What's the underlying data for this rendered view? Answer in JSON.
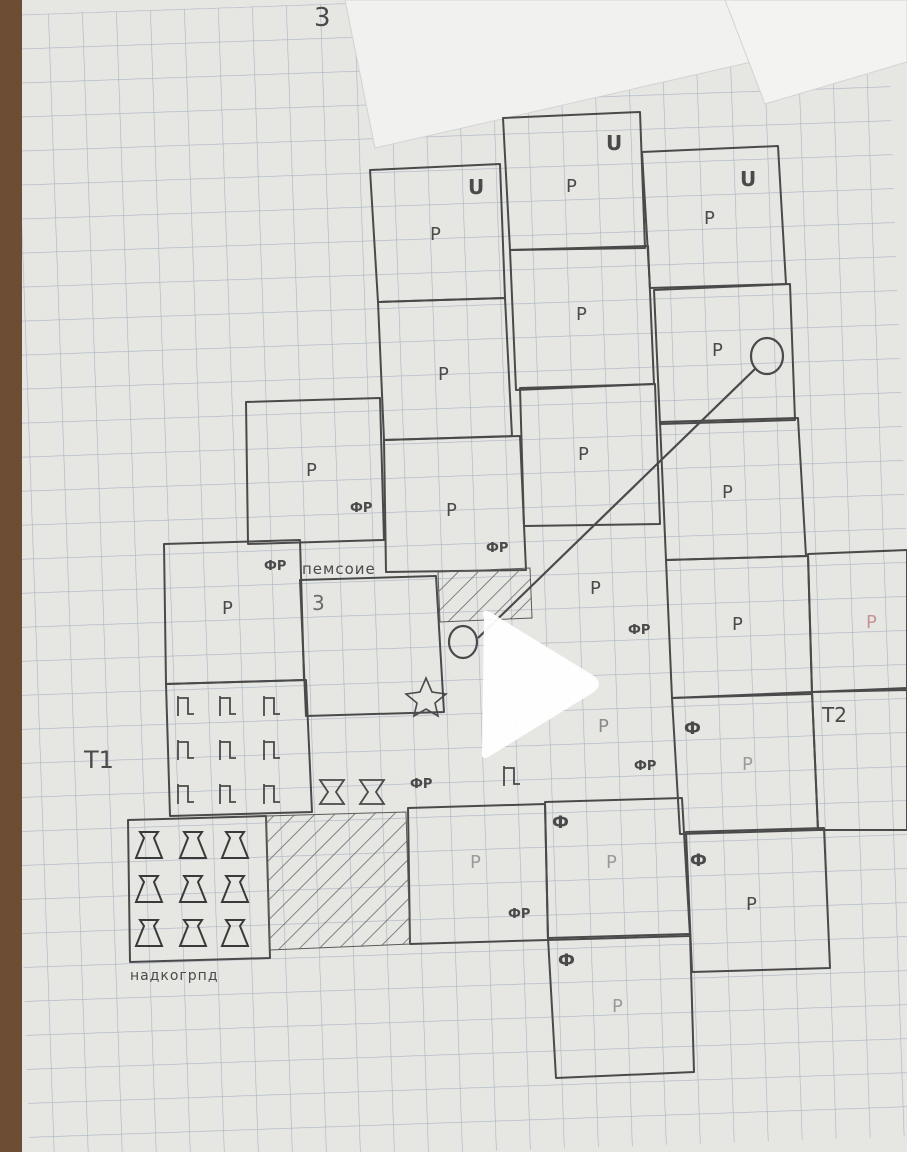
{
  "player": {
    "state": "paused",
    "icon": "play-icon"
  },
  "sheet": {
    "labels": {
      "top_corner": "3",
      "corridor": "пемсоие",
      "corridor_mark": "3",
      "t1": "T1",
      "t2": "T2",
      "bottom": "надкогрпд"
    },
    "symbols": {
      "room_mark": "P",
      "cup_mark": "U",
      "door_mark": "ФР",
      "phi_mark": "Ф"
    }
  },
  "colors": {
    "paper": "#e6e6e3",
    "grid": "#a9b4c2",
    "pencil": "#4a4a4a",
    "cover_paper": "#f1f1f0",
    "desk": "#7a5a3e",
    "play": "#ffffff"
  }
}
